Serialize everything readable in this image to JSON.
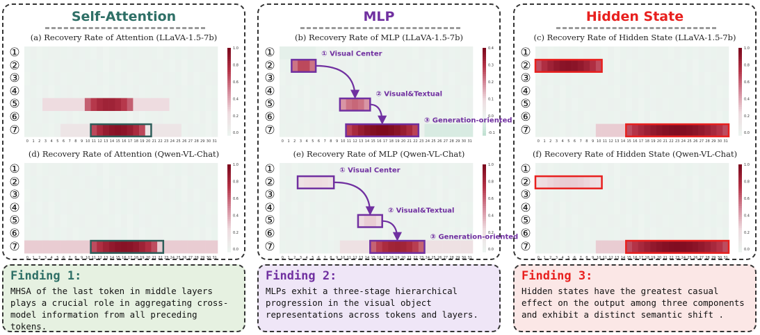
{
  "panels": [
    {
      "title": "Self-Attention",
      "title_color": "#2e6f66",
      "hi_color": "#2e5e5a",
      "row_labels": [
        "①",
        "②",
        "③",
        "④",
        "⑤",
        "⑥",
        "⑦"
      ],
      "top": {
        "caption": "(a) Recovery Rate of Attention (LLaVA-1.5-7b)",
        "colorbar_ticks": [
          "1.0",
          "0.8",
          "0.6",
          "0.4",
          "0.2",
          "0.0"
        ]
      },
      "bottom": {
        "caption": "(d) Recovery Rate of Attention (Qwen-VL-Chat)",
        "colorbar_ticks": [
          "1.0",
          "0.8",
          "0.6",
          "0.4",
          "0.2",
          "0.0"
        ]
      }
    },
    {
      "title": "MLP",
      "title_color": "#7030a0",
      "hi_color": "#7030a0",
      "row_labels": [
        "①",
        "②",
        "③",
        "④",
        "⑤",
        "⑥",
        "⑦"
      ],
      "top": {
        "caption": "(b) Recovery Rate of MLP (LLaVA-1.5-7b)",
        "colorbar_ticks": [
          "0.4",
          "0.3",
          "0.2",
          "0.1",
          "0.0",
          "-0.1"
        ],
        "annotations": [
          "① Visual Center",
          "② Visual&Textual",
          "③ Generation-oriented"
        ]
      },
      "bottom": {
        "caption": "(e) Recovery Rate of MLP (Qwen-VL-Chat)",
        "colorbar_ticks": [
          "1.0",
          "0.8",
          "0.6",
          "0.4",
          "0.2",
          "0.0"
        ],
        "annotations": [
          "① Visual Center",
          "② Visual&Textual",
          "③ Generation-oriented"
        ]
      }
    },
    {
      "title": "Hidden State",
      "title_color": "#e8201e",
      "hi_color": "#e8201e",
      "row_labels": [
        "①",
        "②",
        "③",
        "④",
        "⑤",
        "⑥",
        "⑦"
      ],
      "top": {
        "caption": "(c) Recovery Rate of Hidden State (LLaVA-1.5-7b)",
        "colorbar_ticks": [
          "1.0",
          "0.8",
          "0.6",
          "0.4",
          "0.2",
          "0.0"
        ]
      },
      "bottom": {
        "caption": "(f) Recovery Rate of Hidden State (Qwen-VL-Chat)",
        "colorbar_ticks": [
          "1.0",
          "0.8",
          "0.6",
          "0.4",
          "0.2",
          "0.0"
        ]
      }
    }
  ],
  "findings": [
    {
      "title": "Finding 1:",
      "text": "MHSA of the last token in middle layers plays a crucial role in aggregating cross-model information from all preceding tokens.",
      "bg": "#e6f1e1",
      "color": "#2e6f66"
    },
    {
      "title": "Finding 2:",
      "text": "MLPs exhit a three-stage hierarchical progression in the visual object representations across tokens and layers.",
      "bg": "#efe6f7",
      "color": "#7030a0"
    },
    {
      "title": "Finding 3:",
      "text": "Hidden states have the greatest casual effect on the output among three components and exhibit a distinct semantic shift .",
      "bg": "#fbe7e6",
      "color": "#e8201e"
    }
  ],
  "chart_data": [
    {
      "type": "heatmap",
      "title": "(a) Recovery Rate of Attention (LLaVA-1.5-7b)",
      "x": "layers 0-31",
      "rows": [
        "①",
        "②",
        "③",
        "④",
        "⑤",
        "⑥",
        "⑦"
      ],
      "zlim": [
        0,
        1
      ],
      "rows_data": [
        {
          "row": 4,
          "peak_layers": [
            10,
            17
          ],
          "peak": 0.85
        },
        {
          "row": 6,
          "peak_layers": [
            11,
            19
          ],
          "peak": 0.95
        }
      ],
      "highlight": {
        "row": 6,
        "layers": [
          11,
          19
        ]
      }
    },
    {
      "type": "heatmap",
      "title": "(b) Recovery Rate of MLP (LLaVA-1.5-7b)",
      "x": "layers 0-31",
      "zlim": [
        -0.1,
        0.4
      ],
      "rows_data": [
        {
          "row": 1,
          "peak_layers": [
            2,
            5
          ],
          "peak": 0.25
        },
        {
          "row": 4,
          "peak_layers": [
            10,
            14
          ],
          "peak": 0.2
        },
        {
          "row": 6,
          "peak_layers": [
            11,
            22
          ],
          "peak": 0.4
        }
      ]
    },
    {
      "type": "heatmap",
      "title": "(c) Recovery Rate of Hidden State (LLaVA-1.5-7b)",
      "x": "layers 0-31",
      "zlim": [
        0,
        1
      ],
      "rows_data": [
        {
          "row": 1,
          "peak_layers": [
            0,
            10
          ],
          "peak": 0.95
        },
        {
          "row": 6,
          "peak_layers": [
            15,
            31
          ],
          "peak": 0.98
        }
      ]
    },
    {
      "type": "heatmap",
      "title": "(d) Recovery Rate of Attention (Qwen-VL-Chat)",
      "x": "layers 0-31",
      "zlim": [
        0,
        1
      ],
      "rows_data": [
        {
          "row": 6,
          "peak_layers": [
            11,
            21
          ],
          "peak": 0.95
        }
      ]
    },
    {
      "type": "heatmap",
      "title": "(e) Recovery Rate of MLP (Qwen-VL-Chat)",
      "x": "layers 0-31",
      "zlim": [
        0,
        1
      ],
      "rows_data": [
        {
          "row": 1,
          "peak_layers": [
            3,
            8
          ],
          "peak": 0.25
        },
        {
          "row": 4,
          "peak_layers": [
            13,
            16
          ],
          "peak": 0.3
        },
        {
          "row": 6,
          "peak_layers": [
            15,
            23
          ],
          "peak": 0.85
        }
      ]
    },
    {
      "type": "heatmap",
      "title": "(f) Recovery Rate of Hidden State (Qwen-VL-Chat)",
      "x": "layers 0-31",
      "zlim": [
        0,
        1
      ],
      "rows_data": [
        {
          "row": 1,
          "peak_layers": [
            0,
            10
          ],
          "peak": 0.3
        },
        {
          "row": 6,
          "peak_layers": [
            15,
            31
          ],
          "peak": 0.98
        }
      ]
    }
  ]
}
